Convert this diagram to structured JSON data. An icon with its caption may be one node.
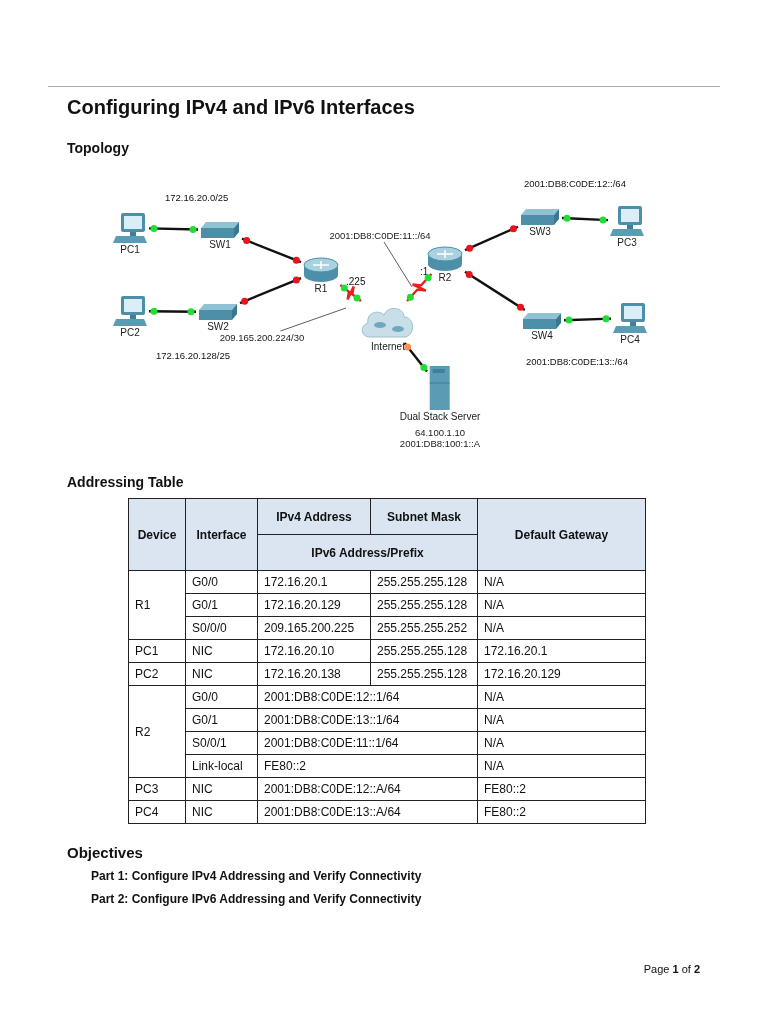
{
  "diagram": {
    "title": "Configuring IPv4 and IPv6 Interfaces",
    "nodes": [
      {
        "text": [
          "PC1"
        ]
      },
      {
        "text": [
          "SW1"
        ]
      },
      {
        "text": [
          "PC2"
        ]
      },
      {
        "text": [
          "SW2"
        ]
      },
      {
        "text": [
          "R1"
        ]
      },
      {
        "text": [
          "2001:DB8:C0DE:11::/64"
        ]
      },
      {
        "text": [
          "R2"
        ]
      },
      {
        "text": [
          "SW3"
        ]
      },
      {
        "text": [
          "PC3"
        ]
      },
      {
        "text": [
          "SW4"
        ]
      },
      {
        "text": [
          "PC4"
        ]
      },
      {
        "text": [
          "209.165.200.224/30"
        ]
      },
      {
        "text": [
          "Internet"
        ]
      },
      {
        "text": [
          "Dual Stack Server"
        ],
        "beside": [
          "64.100.1.10",
          "2001:DB8:100:1::A"
        ]
      }
    ],
    "edges": [
      {
        "from": 0,
        "to": 1,
        "arrow": "none"
      },
      {
        "from": 2,
        "to": 3,
        "arrow": "none"
      },
      {
        "from": 1,
        "to": 4,
        "arrow": "none"
      },
      {
        "from": 3,
        "to": 4,
        "arrow": "none"
      },
      {
        "from": 4,
        "to": 12,
        "arrow": "none",
        "color": "#e8201c"
      },
      {
        "from": 12,
        "to": 6,
        "arrow": "none",
        "color": "#e8201c"
      },
      {
        "from": 6,
        "to": 7,
        "arrow": "none"
      },
      {
        "from": 7,
        "to": 8,
        "arrow": "none"
      },
      {
        "from": 6,
        "to": 9,
        "arrow": "none"
      },
      {
        "from": 9,
        "to": 10,
        "arrow": "none"
      },
      {
        "from": 12,
        "to": 13,
        "arrow": "none"
      },
      {
        "from": 11,
        "to": null,
        "arrow": "none",
        "color": "#333333"
      },
      {
        "from": 5,
        "to": null,
        "arrow": "none",
        "color": "#333333"
      }
    ],
    "labels": [
      "Topology",
      "172.16.20.0/25",
      "2001:DB8:C0DE:12::/64",
      ".225",
      ":1",
      "172.16.20.128/25",
      "2001:DB8:C0DE:13::/64",
      "Addressing Table",
      "Device",
      "Interface",
      "IPv4 Address",
      "Subnet Mask",
      "Default Gateway",
      "IPv6 Address/Prefix",
      "R1",
      "G0/0",
      "172.16.20.1",
      "255.255.255.128",
      "N/A",
      "G0/1",
      "172.16.20.129",
      "255.255.255.128",
      "N/A",
      "S0/0/0",
      "209.165.200.225",
      "255.255.255.252",
      "N/A",
      "PC1",
      "NIC",
      "172.16.20.10",
      "255.255.255.128",
      "172.16.20.1",
      "PC2",
      "NIC",
      "172.16.20.138",
      "255.255.255.128",
      "172.16.20.129",
      "R2",
      "G0/0",
      "2001:DB8:C0DE:12::1/64",
      "N/A",
      "G0/1",
      "2001:DB8:C0DE:13::1/64",
      "N/A",
      "S0/0/1",
      "2001:DB8:C0DE:11::1/64",
      "N/A",
      "Link-local",
      "FE80::2",
      "N/A",
      "PC3",
      "NIC",
      "2001:DB8:C0DE:12::A/64",
      "FE80::2",
      "PC4",
      "NIC",
      "2001:DB8:C0DE:13::A/64",
      "FE80::2",
      "Objectives",
      "Part 1: Configure IPv4 Addressing and Verify Connectivity",
      "Part 2: Configure IPv6 Addressing and Verify Connectivity",
      "Page **1** of **2**"
    ]
  }
}
